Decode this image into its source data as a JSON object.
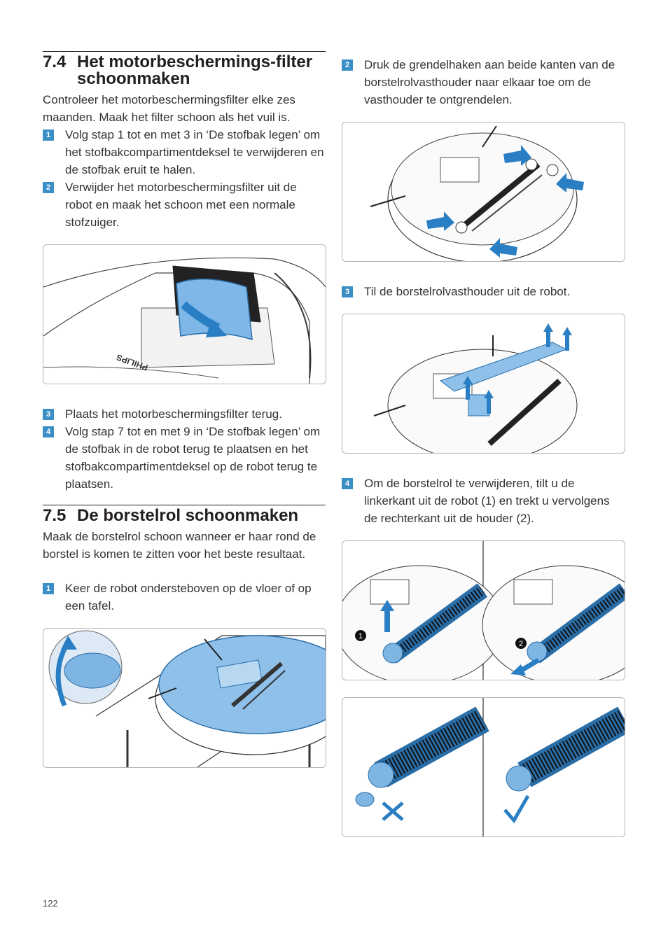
{
  "section_7_4": {
    "number": "7.4",
    "title": "Het motorbeschermings-filter schoonmaken",
    "intro": "Controleer het motorbeschermingsfilter elke zes maanden. Maak het filter schoon als het vuil is.",
    "steps": [
      {
        "num": "1",
        "text": "Volg stap 1 tot en met 3 in ‘De stofbak legen’ om het stofbakcompartimentdeksel te verwijderen en de stofbak eruit te halen."
      },
      {
        "num": "2",
        "text": "Verwijder het motorbeschermingsfilter uit de robot en maak het schoon met een normale stofzuiger."
      },
      {
        "num": "3",
        "text": "Plaats het motorbeschermingsfilter terug."
      },
      {
        "num": "4",
        "text": "Volg stap 7 tot en met 9 in ‘De stofbak legen’ om de stofbak in de robot terug te plaatsen en het stofbakcompartimentdeksel op de robot terug te plaatsen."
      }
    ],
    "figure_brand": "PHILIPS"
  },
  "section_7_5": {
    "number": "7.5",
    "title": "De borstelrol schoonmaken",
    "intro": "Maak de borstelrol schoon wanneer er haar rond de borstel is komen te zitten voor het beste resultaat.",
    "steps": [
      {
        "num": "1",
        "text": "Keer de robot ondersteboven op de vloer of op een tafel."
      },
      {
        "num": "2",
        "text": "Druk de grendelhaken aan beide kanten van de borstelrolvasthouder naar elkaar toe om de vasthouder te ontgrendelen."
      },
      {
        "num": "3",
        "text": "Til de borstelrolvasthouder uit de robot."
      },
      {
        "num": "4",
        "text": "Om de borstelrol te verwijderen, tilt u de linkerkant uit de robot (1) en trekt u vervolgens de rechterkant uit de houder (2)."
      }
    ],
    "callouts": [
      "1",
      "2"
    ]
  },
  "colors": {
    "accent": "#3a8fc7",
    "arrow": "#2a7fc4",
    "wrong": "#2a7fc4",
    "right": "#2a7fc4"
  },
  "page_number": "122"
}
